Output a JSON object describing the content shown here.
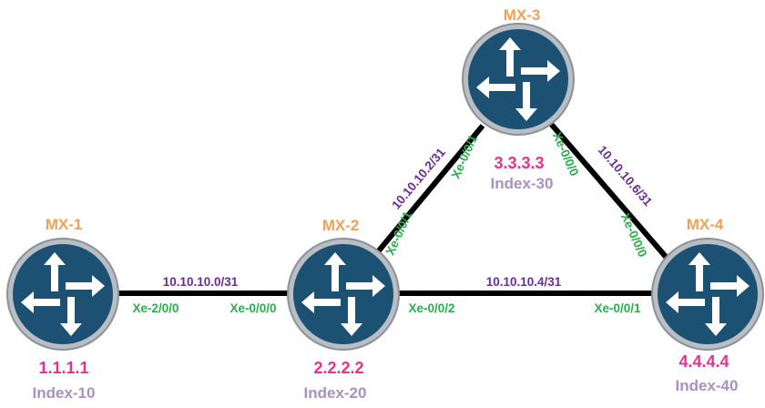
{
  "colors": {
    "router_fill": "#1c5174",
    "router_ring": "#b8bec4",
    "router_ring_edge": "#8a9299",
    "arrow": "#ffffff",
    "link": "#000000",
    "name": "#f2a057",
    "ip": "#e8318f",
    "index": "#a890c0",
    "subnet": "#6a2d8f",
    "interface": "#2aad4b"
  },
  "icons": {
    "router": "router-icon"
  },
  "routers": [
    {
      "id": "mx1",
      "name": "MX-1",
      "ip": "1.1.1.1",
      "index": "Index-10"
    },
    {
      "id": "mx2",
      "name": "MX-2",
      "ip": "2.2.2.2",
      "index": "Index-20"
    },
    {
      "id": "mx3",
      "name": "MX-3",
      "ip": "3.3.3.3",
      "index": "Index-30"
    },
    {
      "id": "mx4",
      "name": "MX-4",
      "ip": "4.4.4.4",
      "index": "Index-40"
    }
  ],
  "links": [
    {
      "id": "l12",
      "from": "mx1",
      "to": "mx2",
      "subnet": "10.10.10.0/31",
      "from_iface": "Xe-2/0/0",
      "to_iface": "Xe-0/0/0"
    },
    {
      "id": "l23",
      "from": "mx2",
      "to": "mx3",
      "subnet": "10.10.10.2/31",
      "from_iface": "Xe-0/0/1",
      "to_iface": "Xe-0/0/1"
    },
    {
      "id": "l24",
      "from": "mx2",
      "to": "mx4",
      "subnet": "10.10.10.4/31",
      "from_iface": "Xe-0/0/2",
      "to_iface": "Xe-0/0/1"
    },
    {
      "id": "l34",
      "from": "mx3",
      "to": "mx4",
      "subnet": "10.10.10.6/31",
      "from_iface": "Xe-0/0/0",
      "to_iface": "Xe-0/0/0"
    }
  ]
}
